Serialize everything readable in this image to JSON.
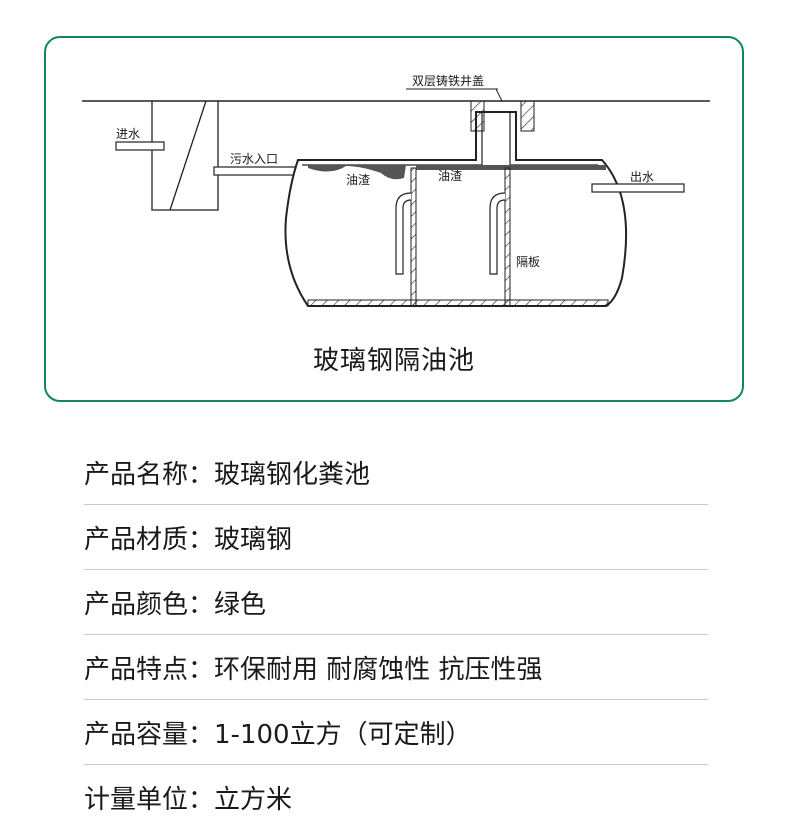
{
  "diagram": {
    "caption": "玻璃钢隔油池",
    "border_color": "#13855f",
    "labels": {
      "manhole_cover": "双层铸铁井盖",
      "water_in": "进水",
      "sewage_inlet": "污水入口",
      "grease_1": "油渣",
      "grease_2": "油渣",
      "water_out": "出水",
      "baffle": "隔板"
    }
  },
  "specs": [
    {
      "label": "产品名称：",
      "value": "玻璃钢化粪池"
    },
    {
      "label": "产品材质：",
      "value": "玻璃钢"
    },
    {
      "label": "产品颜色：",
      "value": "绿色"
    },
    {
      "label": "产品特点：",
      "value": "环保耐用 耐腐蚀性 抗压性强"
    },
    {
      "label": "产品容量：",
      "value": "1-100立方（可定制）"
    },
    {
      "label": "计量单位：",
      "value": "立方米"
    }
  ]
}
